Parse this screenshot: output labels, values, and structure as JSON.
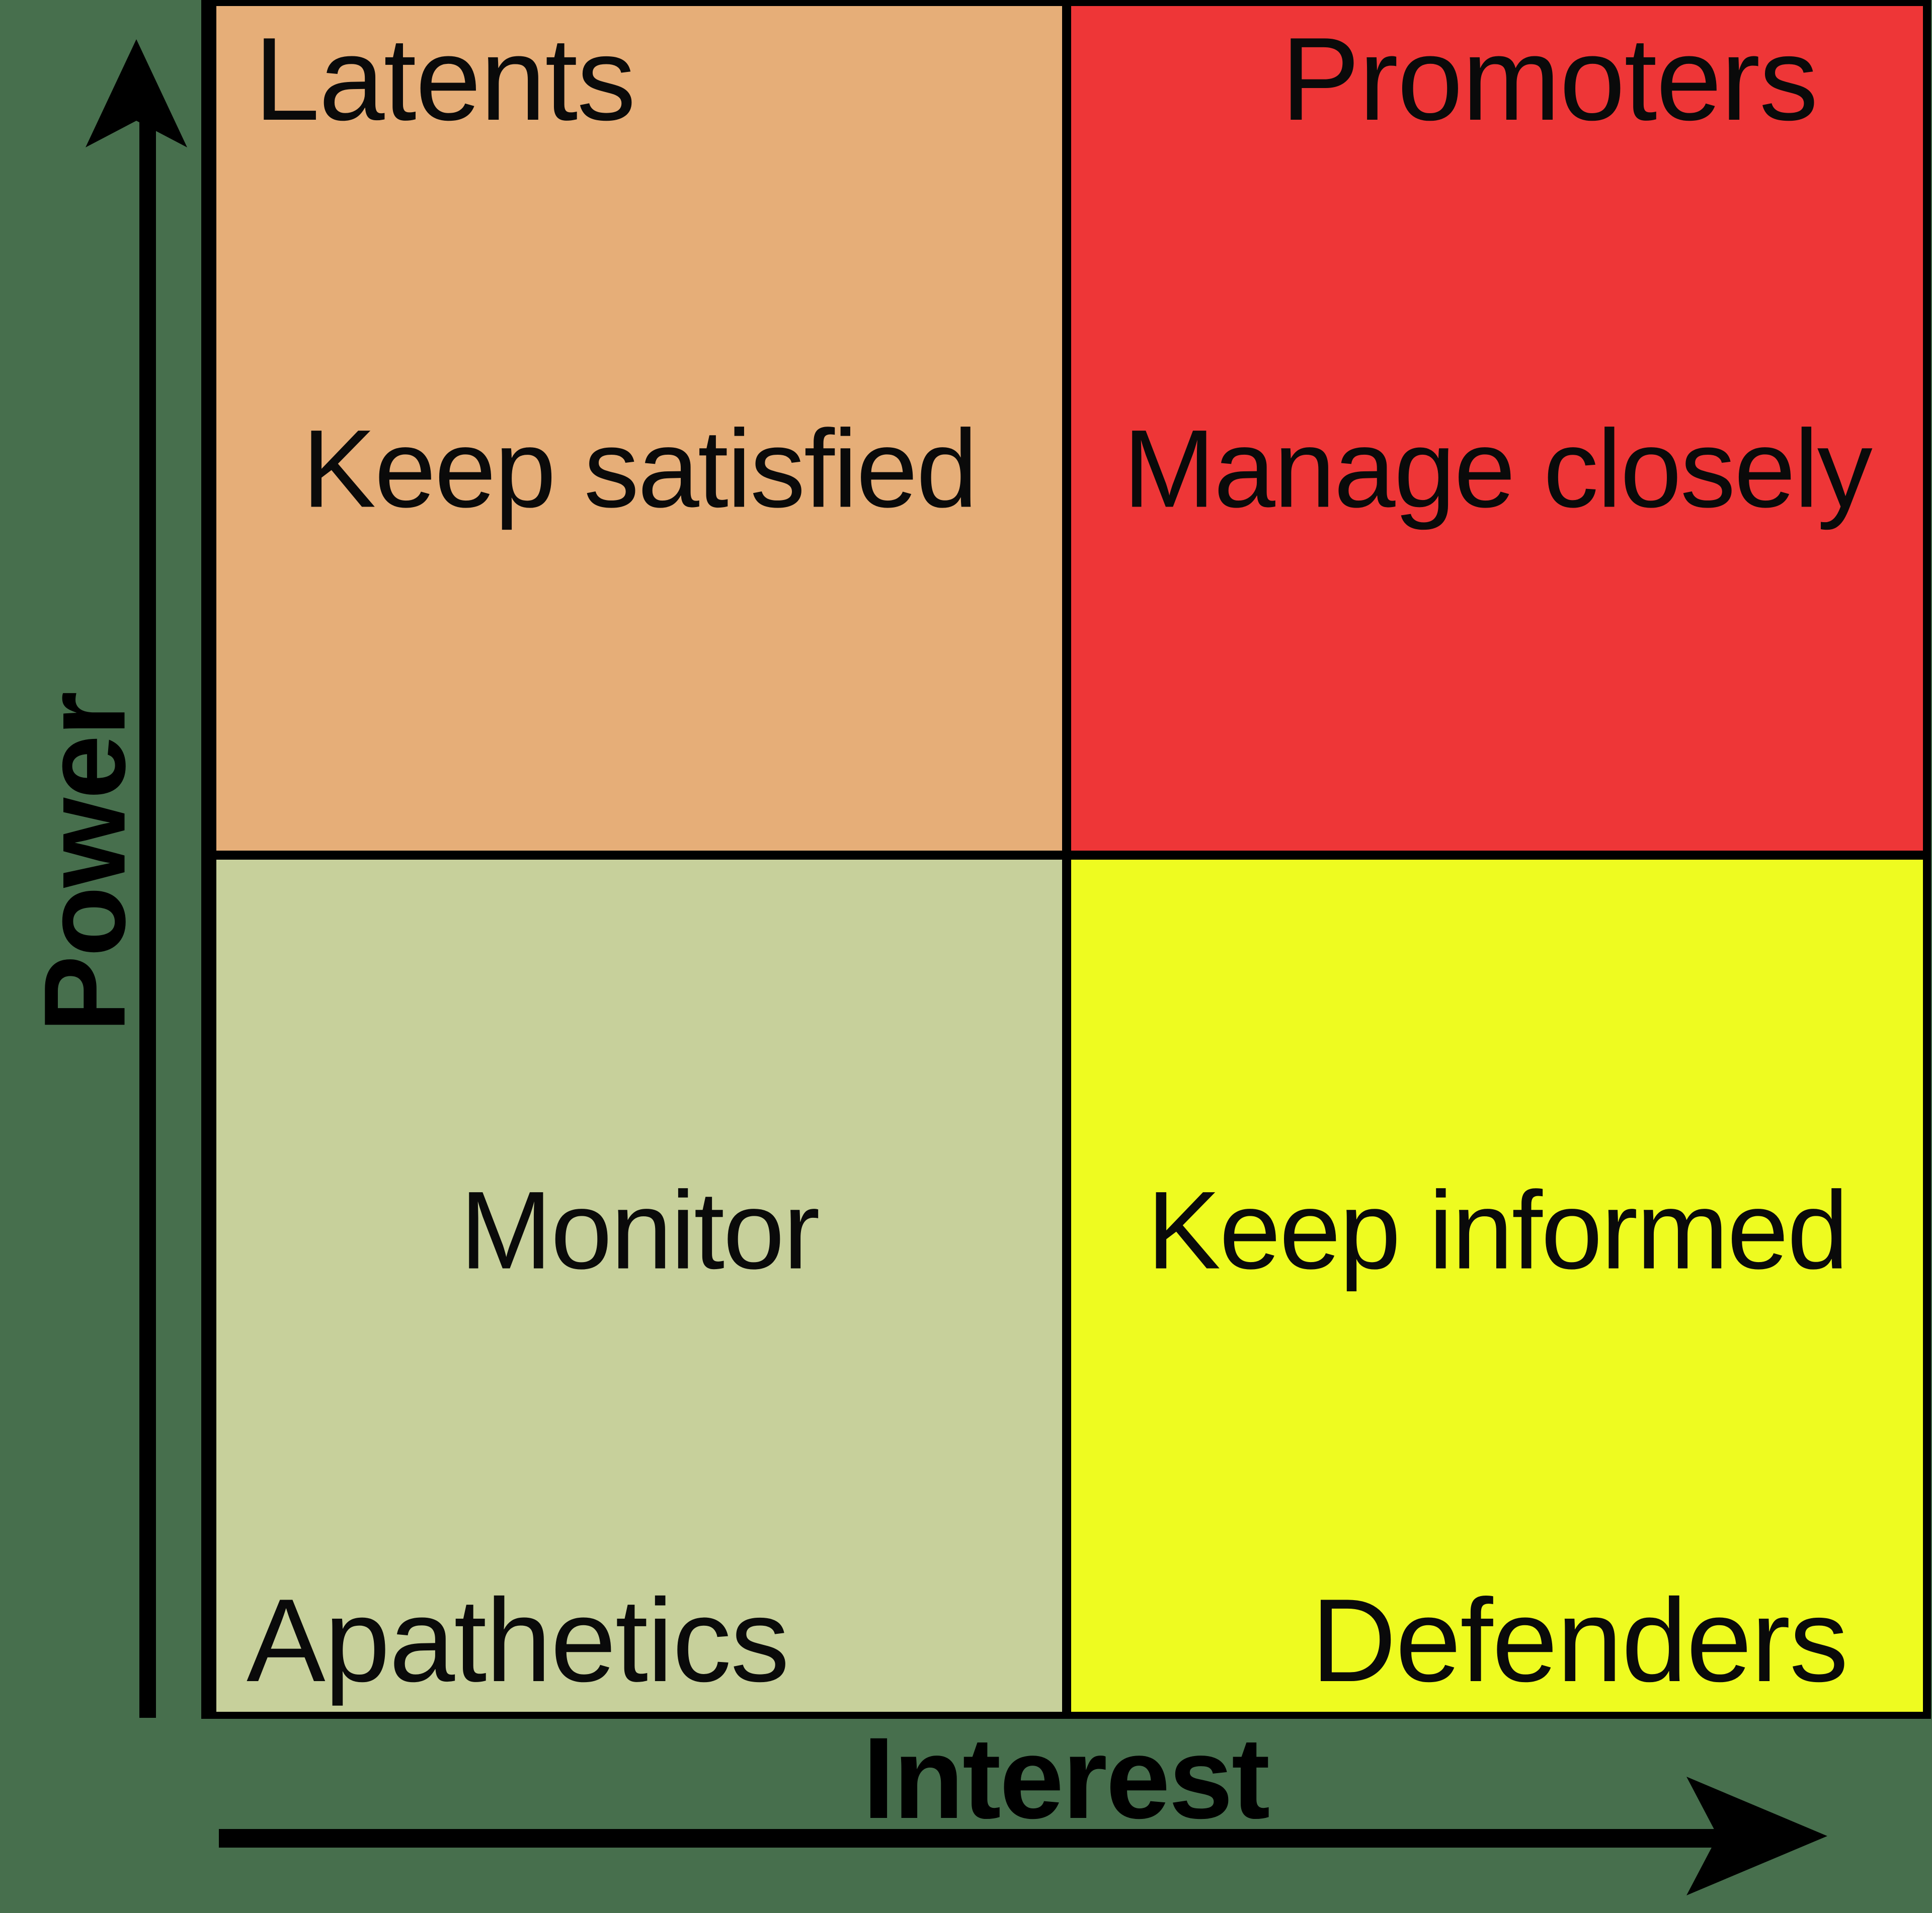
{
  "axes": {
    "y_label": "Power",
    "x_label": "Interest"
  },
  "quadrants": {
    "top_left": {
      "group": "Latents",
      "strategy": "Keep satisfied",
      "color": "#e6ae78",
      "position": "top-left"
    },
    "top_right": {
      "group": "Promoters",
      "strategy": "Manage closely",
      "color": "#ee3637",
      "position": "top-right"
    },
    "bottom_left": {
      "group": "Apathetics",
      "strategy": "Monitor",
      "color": "#c7d09b",
      "position": "bottom-left"
    },
    "bottom_right": {
      "group": "Defenders",
      "strategy": "Keep informed",
      "color": "#eefb20",
      "position": "bottom-right"
    }
  },
  "colors": {
    "background": "#476f4d",
    "line": "#000000"
  }
}
